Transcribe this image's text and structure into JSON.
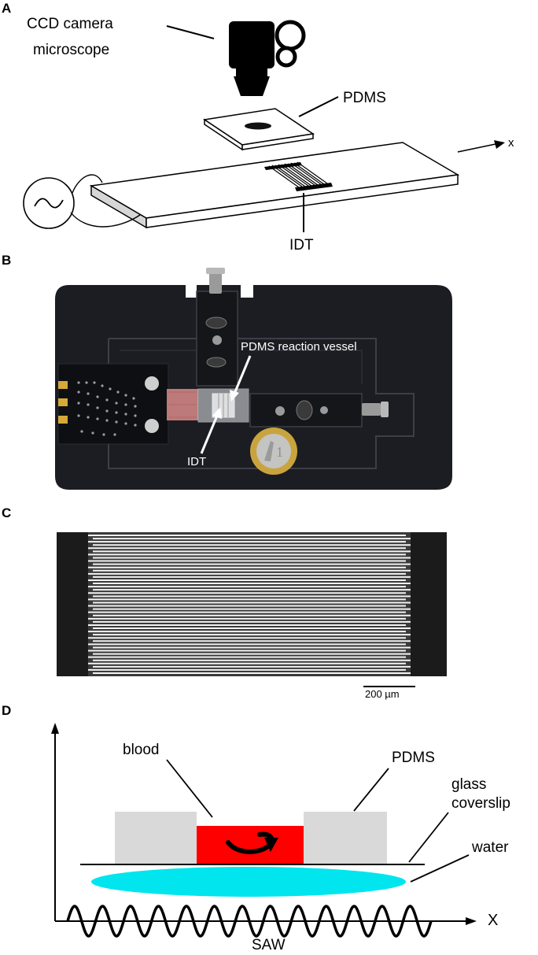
{
  "figure": {
    "panel_a": {
      "letter": "A",
      "label_camera_line1": "CCD camera",
      "label_camera_line2": "microscope",
      "label_pdms": "PDMS",
      "label_x": "x",
      "label_idt": "IDT"
    },
    "panel_b": {
      "letter": "B",
      "label_vessel": "PDMS reaction vessel",
      "label_idt": "IDT"
    },
    "panel_c": {
      "letter": "C",
      "scalebar_label": "200 µm"
    },
    "panel_d": {
      "letter": "D",
      "label_blood": "blood",
      "label_pdms": "PDMS",
      "label_glass_line1": "glass",
      "label_glass_line2": "coverslip",
      "label_water": "water",
      "label_x": "X",
      "label_saw": "SAW"
    }
  },
  "colors": {
    "blood": "#ff0000",
    "water": "#00e5ee",
    "pdms_block": "#d9d9d9",
    "holder": "#1b1d22"
  }
}
